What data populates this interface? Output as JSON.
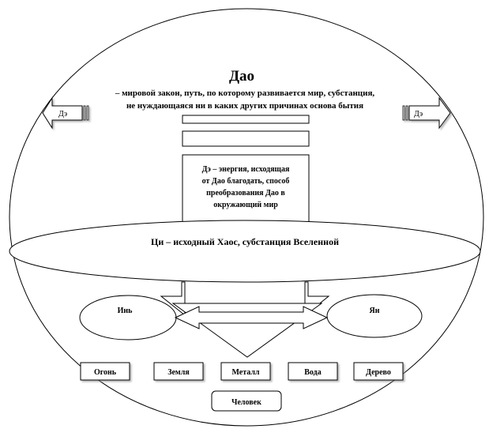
{
  "dao": {
    "title": "Дао",
    "line1": "– мировой закон, путь, по которому развивается мир, субстанция,",
    "line2": "не нуждающаяся ни в каких других причинах основа бытия"
  },
  "de_arrows": {
    "left": "Дэ",
    "right": "Дэ"
  },
  "de_box": {
    "line1": "Дэ – энергия, исходящая",
    "line2": "от Дао благодать,  способ",
    "line3": "преобразования Дао в",
    "line4": "окружающий мир"
  },
  "qi": {
    "label": "Ци – исходный Хаос, субстанция Вселенной"
  },
  "yin": {
    "label": "Инь"
  },
  "yang": {
    "label": "Ян"
  },
  "elements": [
    "Огонь",
    "Земля",
    "Металл",
    "Вода",
    "Дерево"
  ],
  "human": {
    "label": "Человек"
  }
}
